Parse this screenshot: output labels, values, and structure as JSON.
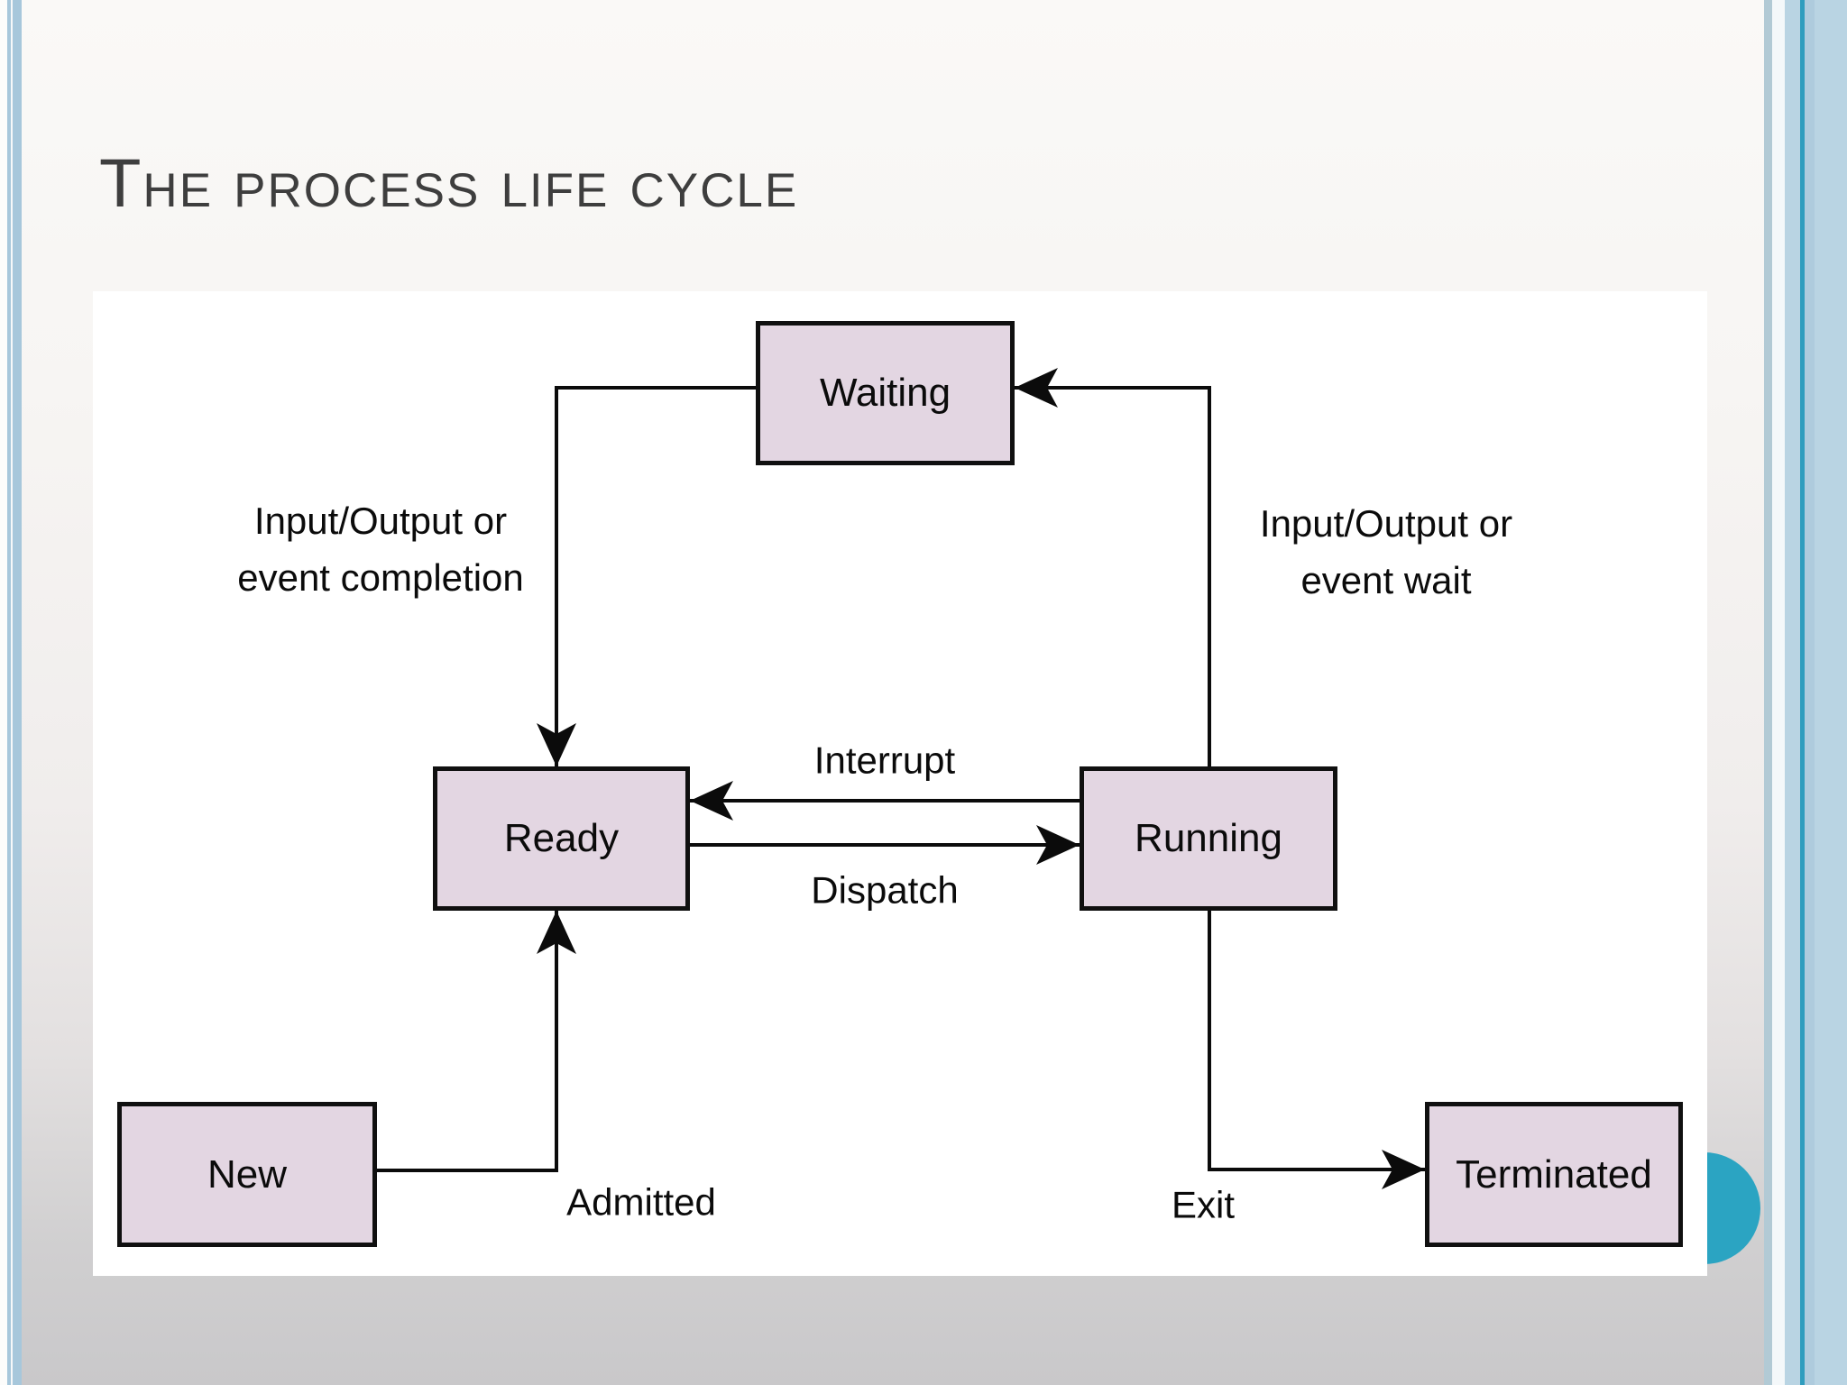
{
  "slide": {
    "title": "The process life cycle"
  },
  "colors": {
    "title_gray": "#3e3e3e",
    "state_box_fill": "#e3d6e2",
    "state_box_border": "#101010",
    "arrow_black": "#0b0b0b",
    "accent_circle_teal": "#2ba4c2",
    "edge_stripe_blue": "#a7c7db",
    "edge_band_blue": "#b9d4e3",
    "edge_line_teal": "#2f9dbe",
    "panel_white": "#ffffff"
  },
  "diagram": {
    "states": {
      "waiting": "Waiting",
      "ready": "Ready",
      "running": "Running",
      "new": "New",
      "terminated": "Terminated"
    },
    "transitions": {
      "interrupt": "Interrupt",
      "dispatch": "Dispatch",
      "admitted": "Admitted",
      "exit": "Exit",
      "io_completion_line1": "Input/Output or",
      "io_completion_line2": "event completion",
      "io_wait_line1": "Input/Output or",
      "io_wait_line2": "event wait"
    }
  }
}
